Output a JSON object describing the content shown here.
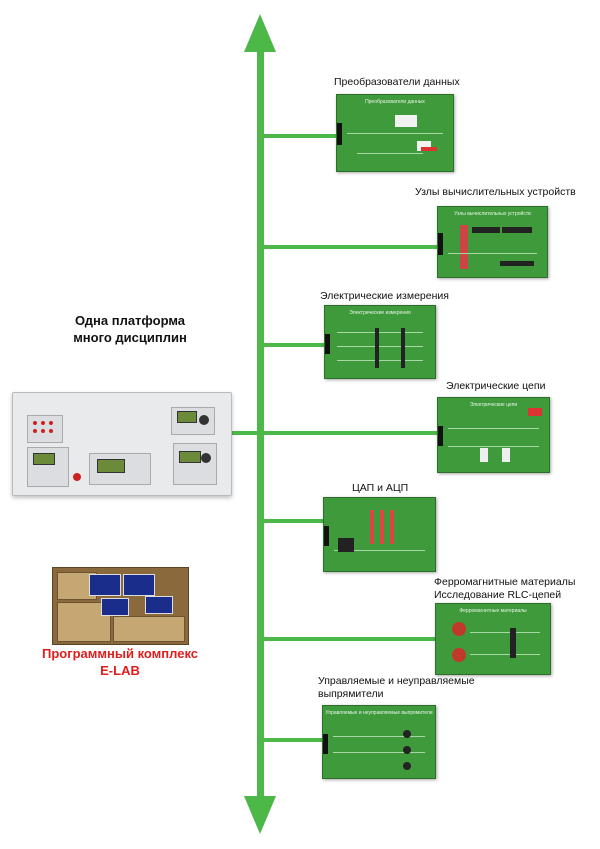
{
  "accent_color": "#4cb848",
  "center": {
    "title_line1": "Одна платформа",
    "title_line2": "много дисциплин"
  },
  "software": {
    "title_line1": "Программный комплекс",
    "title_line2": "E-LAB",
    "color": "#e11d1d"
  },
  "modules": [
    {
      "label_line1": "Преобразователи данных",
      "board_title": "Преобразователи данных"
    },
    {
      "label_line1": "Узлы вычислительных устройств",
      "board_title": "Узлы вычислительных устройств"
    },
    {
      "label_line1": "Электрические измерения",
      "board_title": "Электрические измерения"
    },
    {
      "label_line1": "Электрические цепи",
      "board_title": "Электрические цепи"
    },
    {
      "label_line1": "ЦАП и АЦП",
      "board_title": ""
    },
    {
      "label_line1": "Ферромагнитные материалы",
      "label_line2": "Исследование RLC-цепей",
      "board_title": "Ферромагнитные материалы"
    },
    {
      "label_line1": "Управляемые и неуправляемые",
      "label_line2": "выпрямители",
      "board_title": "Управляемые и неуправляемые выпрямители"
    }
  ]
}
